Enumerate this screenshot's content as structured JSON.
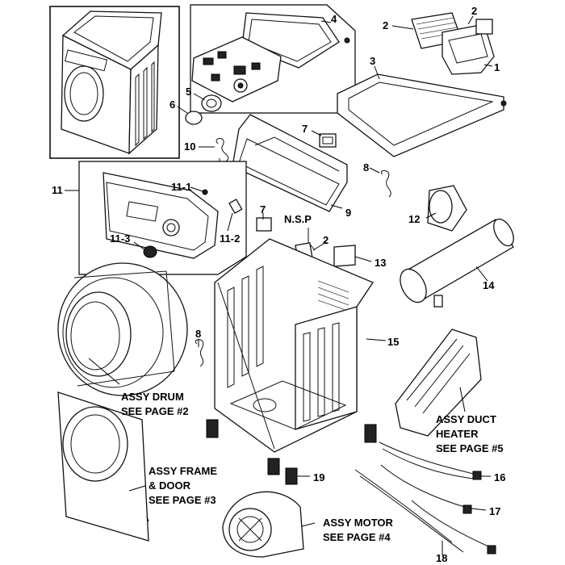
{
  "labels": {
    "l1": "1",
    "l2a": "2",
    "l2b": "2",
    "l2c": "2",
    "l3": "3",
    "l4": "4",
    "l5": "5",
    "l6": "6",
    "l7a": "7",
    "l7b": "7",
    "l8a": "8",
    "l8b": "8",
    "l9": "9",
    "l10": "10",
    "l11": "11",
    "l11_1": "11-1",
    "l11_2": "11-2",
    "l11_3": "11-3",
    "l12": "12",
    "l13": "13",
    "l14": "14",
    "l15": "15",
    "l16": "16",
    "l17": "17",
    "l18": "18",
    "l19": "19",
    "nsp": "N.S.P"
  },
  "notes": {
    "drum": [
      "ASSY DRUM",
      "SEE PAGE #2"
    ],
    "frame": [
      "ASSY FRAME",
      "& DOOR",
      "SEE PAGE #3"
    ],
    "motor": [
      "ASSY MOTOR",
      "SEE PAGE #4"
    ],
    "duct": [
      "ASSY DUCT",
      "HEATER",
      "SEE PAGE #5"
    ]
  }
}
